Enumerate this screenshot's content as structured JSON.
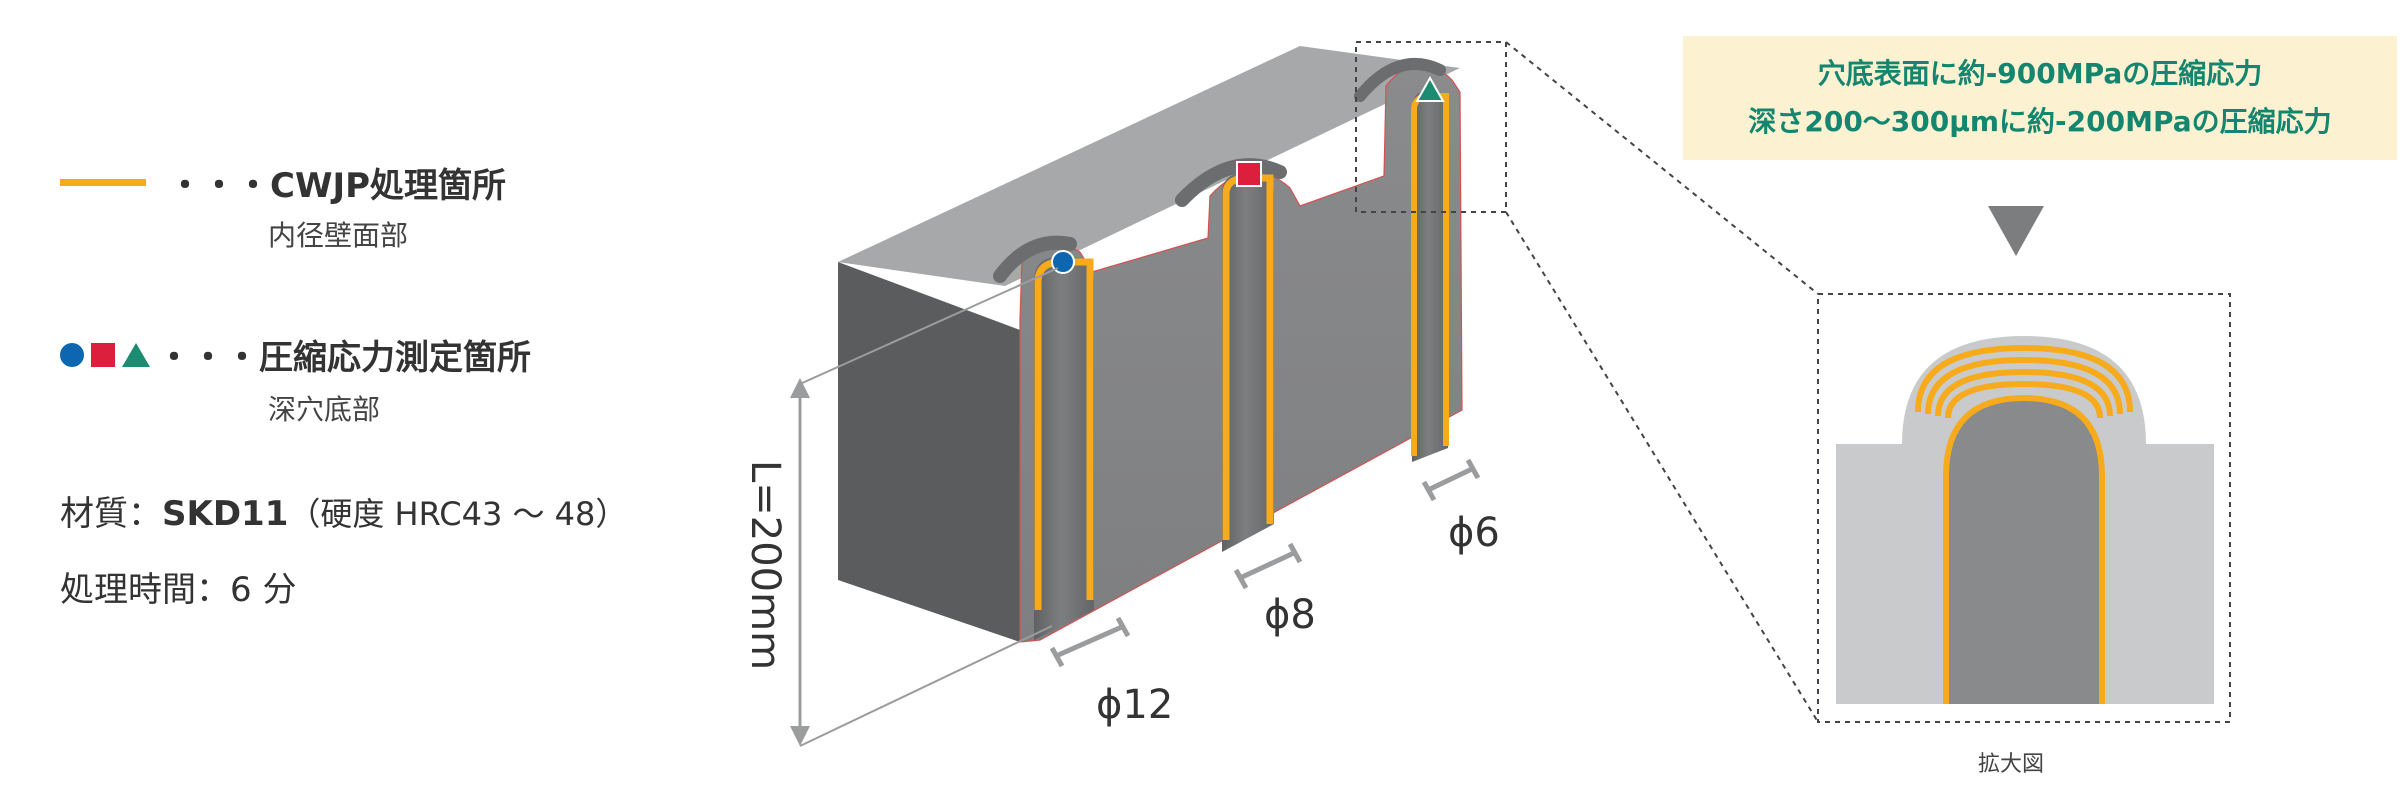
{
  "legend": {
    "cwjp_label": "・・・CWJP処理箇所",
    "cwjp_sub": "内径壁面部",
    "measure_label": "・・・圧縮応力測定箇所",
    "measure_sub": "深穴底部"
  },
  "specs": {
    "material_label": "材質：",
    "material_value": "SKD11",
    "material_hardness": "（硬度 HRC43 〜 48）",
    "time_label": "処理時間：",
    "time_value": "6 分"
  },
  "dimensions": {
    "length": "L=200mm",
    "d12": "ϕ12",
    "d8": "ϕ8",
    "d6": "ϕ6"
  },
  "callout": {
    "line1": "穴底表面に約-900MPaの圧縮応力",
    "line2": "深さ200〜300μmに約-200MPaの圧縮応力"
  },
  "detail_caption": "拡大図",
  "colors": {
    "treatment_line": "#f7ab1c",
    "marker_circle": "#0c66b0",
    "marker_square": "#dc1f3c",
    "marker_triangle": "#1b8c72",
    "callout_bg": "#fcf2d2",
    "callout_text": "#14866f"
  }
}
